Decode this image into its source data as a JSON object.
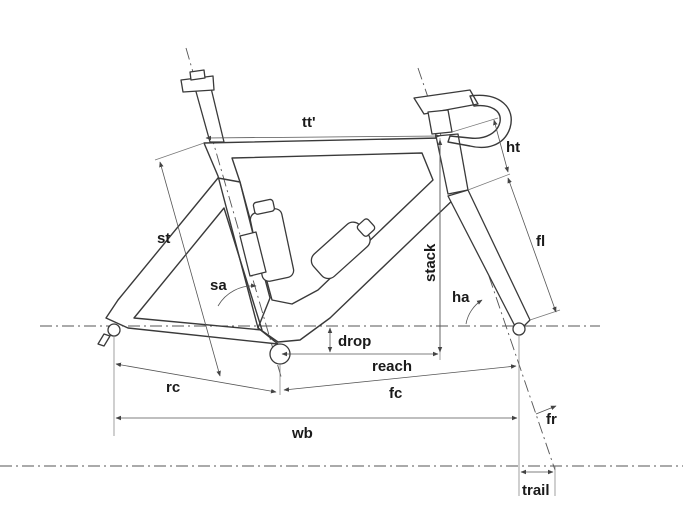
{
  "labels": {
    "tt": "tt'",
    "ht": "ht",
    "st": "st",
    "fl": "fl",
    "stack": "stack",
    "sa": "sa",
    "ha": "ha",
    "drop": "drop",
    "reach": "reach",
    "rc": "rc",
    "fc": "fc",
    "wb": "wb",
    "fr": "fr",
    "trail": "trail"
  },
  "colors": {
    "line": "#3a3a3a",
    "text": "#1a1a1a",
    "background": "#ffffff"
  }
}
